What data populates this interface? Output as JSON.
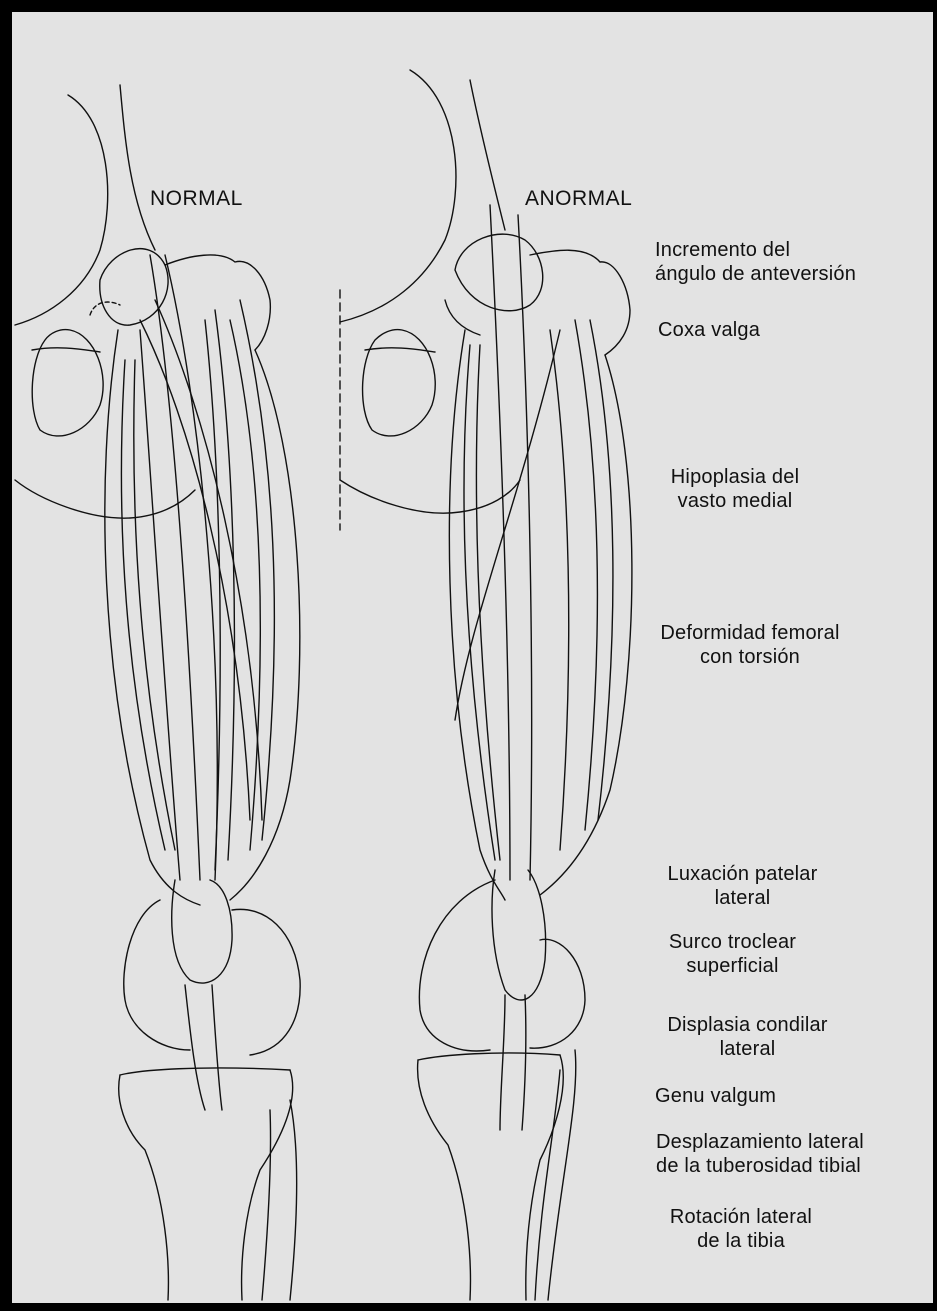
{
  "panels": {
    "normal_title": "NORMAL",
    "abnormal_title": "ANORMAL"
  },
  "annotations": [
    {
      "line1": "Incremento del",
      "line2": "ángulo de anteversión"
    },
    {
      "line1": "Coxa valga",
      "line2": ""
    },
    {
      "line1": "Hipoplasia del",
      "line2": "vasto medial"
    },
    {
      "line1": "Deformidad femoral",
      "line2": "con torsión"
    },
    {
      "line1": "Luxación patelar",
      "line2": "lateral"
    },
    {
      "line1": "Surco troclear",
      "line2": "superficial"
    },
    {
      "line1": "Displasia condilar",
      "line2": "lateral"
    },
    {
      "line1": "Genu valgum",
      "line2": ""
    },
    {
      "line1": "Desplazamiento lateral",
      "line2": "de la tuberosidad tibial"
    },
    {
      "line1": "Rotación lateral",
      "line2": "de la tibia"
    }
  ],
  "colors": {
    "background": "#e3e3e3",
    "border": "#000000",
    "ink": "#111111"
  }
}
